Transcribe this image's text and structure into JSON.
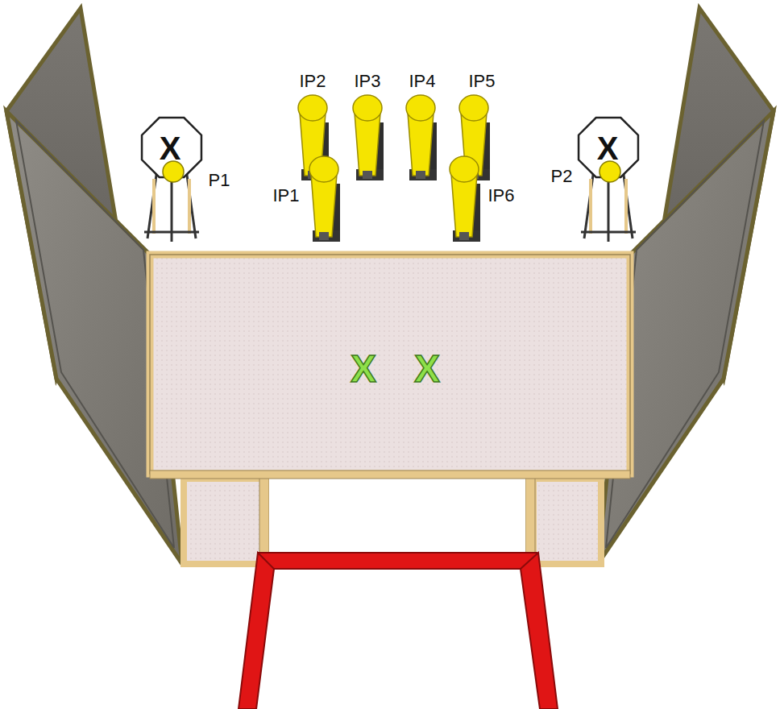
{
  "diagram": {
    "labels": [
      "IP2",
      "IP3",
      "IP4",
      "IP5",
      "X",
      "X",
      "P1",
      "IP1",
      "IP6",
      "P2",
      "X",
      "X"
    ]
  }
}
